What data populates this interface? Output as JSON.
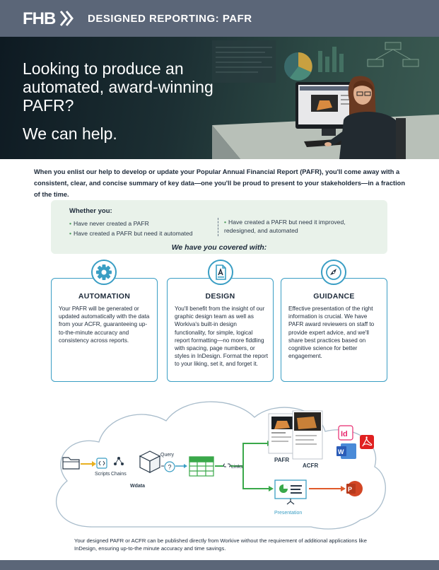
{
  "header": {
    "logo": "FHB",
    "title": "DESIGNED REPORTING: PAFR"
  },
  "hero": {
    "headline": "Looking to produce an automated, award-winning PAFR?",
    "subheadline": "We can help."
  },
  "intro": "When you enlist our help to develop or update your Popular Annual Financial Report (PAFR), you'll come away with a consistent, clear, and concise summary of key data—one you'll be proud to present to your stakeholders—in a fraction of the time.",
  "whether": {
    "title": "Whether you:",
    "left_items": [
      "Have never created a PAFR",
      "Have created a PAFR but need it automated"
    ],
    "right_items": [
      "Have created a PAFR but need it improved, redesigned, and automated"
    ],
    "covered": "We have you covered with:"
  },
  "cards": [
    {
      "title": "AUTOMATION",
      "icon": "gear-icon",
      "text": "Your PAFR will be generated or updated automatically with the data from your ACFR, guaranteeing up-to-the-minute accuracy and consistency across reports."
    },
    {
      "title": "DESIGN",
      "icon": "document-design-icon",
      "text": "You'll benefit from the insight of our graphic design team as well as Workiva's built-in design functionality, for simple, logical report formatting—no more fiddling with spacing, page numbers, or styles in InDesign. Format the report to your liking, set it, and forget it."
    },
    {
      "title": "GUIDANCE",
      "icon": "compass-icon",
      "text": "Effective presentation of the right information is crucial. We have PAFR award reviewers on staff to provide expert advice, and we'll share best practices based on cognitive science for better engagement."
    }
  ],
  "flow": {
    "scripts": "Scripts",
    "chains": "Chains",
    "wdata": "Wdata",
    "query": "Query",
    "links": "Links",
    "pafr": "PAFR",
    "acfr": "ACFR",
    "presentation": "Presentation"
  },
  "colors": {
    "header_bg": "#5b6678",
    "accent_blue": "#3a9ec4",
    "flow_green": "#3aa84a",
    "folder_arrow": "#e8b020",
    "indesign": "#e8286e",
    "acrobat": "#e02020",
    "word": "#2b5cb8",
    "powerpoint": "#d24625"
  },
  "caption": "Your designed PAFR or ACFR can be published directly from Workive without the requirement of additional applications like InDesign, ensuring up-to-the minute accuracy and time savings."
}
